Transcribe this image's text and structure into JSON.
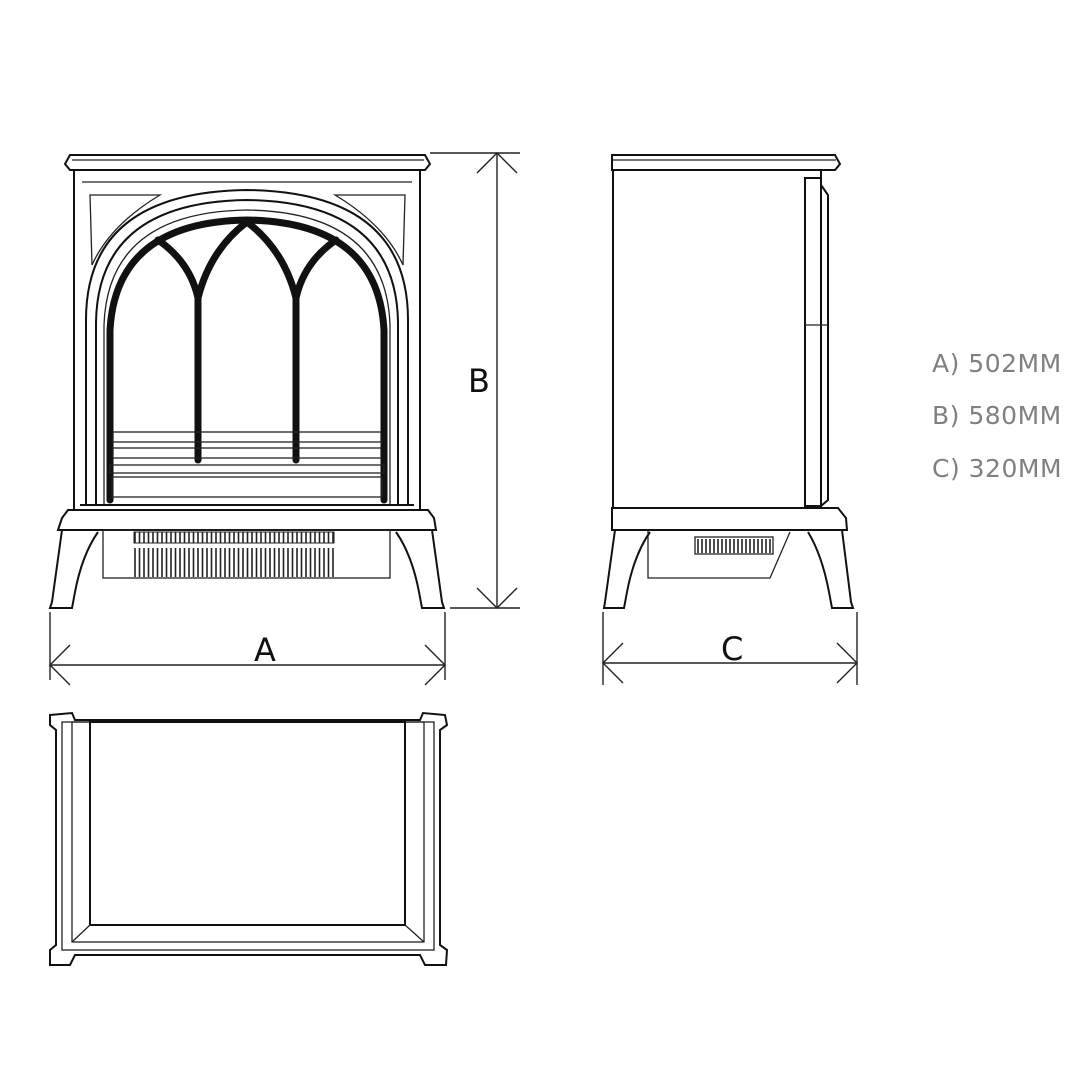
{
  "dimension_labels": {
    "a": "A",
    "b": "B",
    "c": "C"
  },
  "specs": [
    "A) 502MM",
    "B) 580MM",
    "C) 320MM"
  ]
}
